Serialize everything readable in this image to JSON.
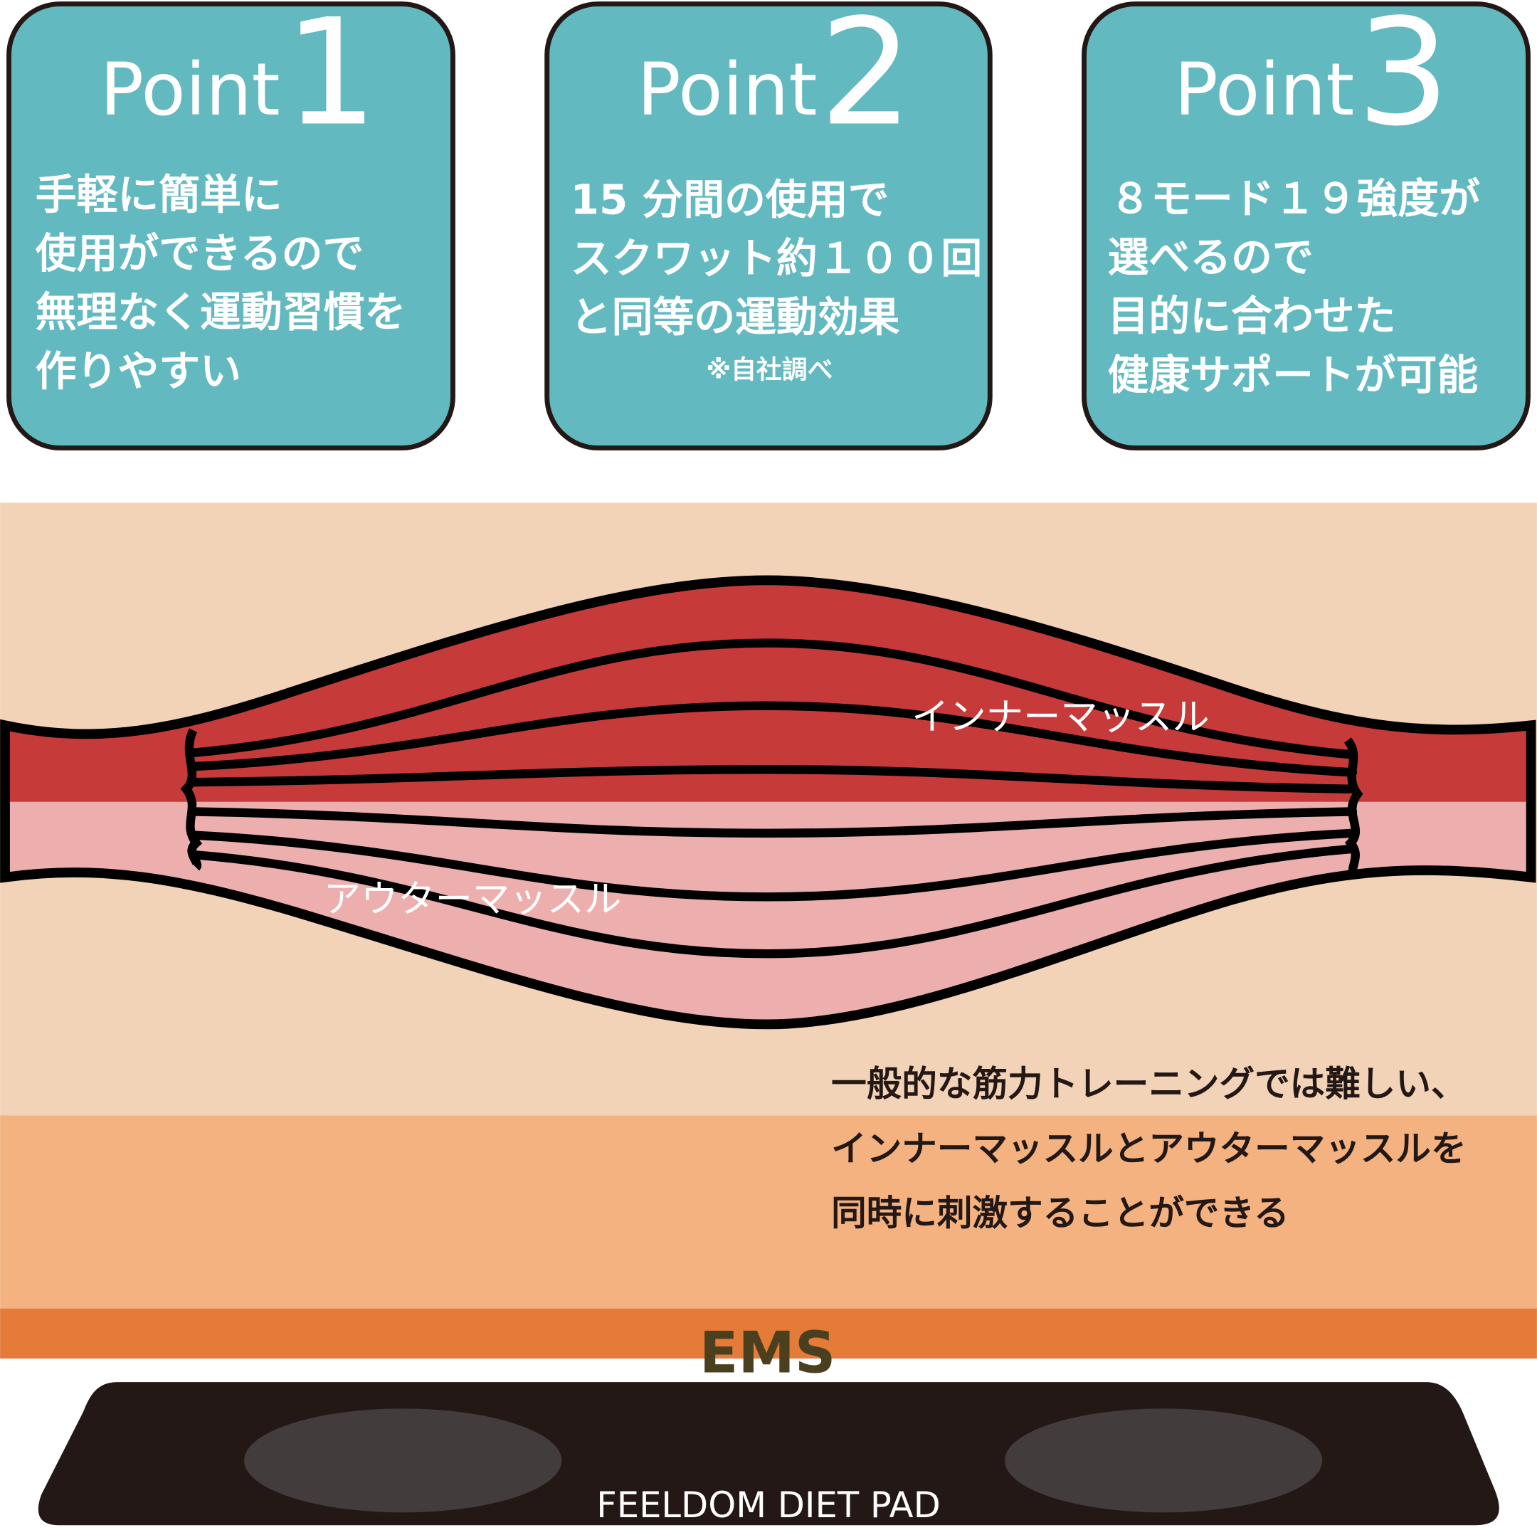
{
  "colors": {
    "card": "#63b9c0",
    "band_light": "#f3d3b8",
    "band_mid": "#f3b280",
    "band_dark": "#e47b39",
    "muscle_inner": "#c73a3a",
    "muscle_outer": "#edaeae",
    "pad": "#231815",
    "pad_electrode": "#433c3c",
    "ems_text": "#4a3f1e"
  },
  "points": [
    {
      "label": "Point",
      "number": "1",
      "lines": [
        "手軽に簡単に",
        "使用ができるので",
        "無理なく運動習慣を",
        "作りやすい"
      ],
      "note": ""
    },
    {
      "label": "Point",
      "number": "2",
      "lines": [
        "15 分間の使用で",
        "スクワット約１００回",
        "と同等の運動効果"
      ],
      "note": "※自社調べ"
    },
    {
      "label": "Point",
      "number": "3",
      "lines": [
        "８モード１９強度が",
        "選べるので",
        "目的に合わせた",
        "健康サポートが可能"
      ],
      "note": ""
    }
  ],
  "diagram": {
    "inner_label": "インナーマッスル",
    "outer_label": "アウターマッスル",
    "description": [
      "一般的な筋力トレーニングでは難しい、",
      "インナーマッスルとアウターマッスルを",
      "同時に刺激することができる"
    ],
    "ems_label": "EMS",
    "pad_label": "FEELDOM DIET PAD"
  }
}
